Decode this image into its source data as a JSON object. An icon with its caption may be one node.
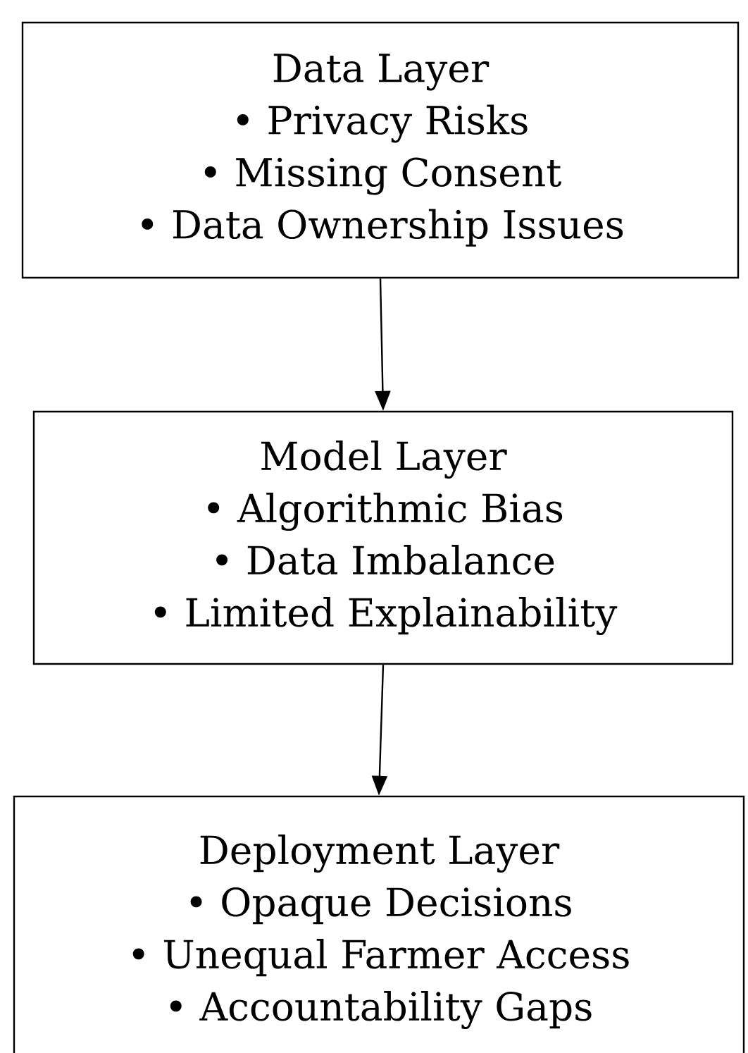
{
  "diagram": {
    "nodes": [
      {
        "text": [
          "Data Layer",
          "• Privacy Risks",
          "• Missing Consent",
          "• Data Ownership Issues"
        ]
      },
      {
        "text": [
          "Model Layer",
          "• Algorithmic Bias",
          "• Data Imbalance",
          "• Limited Explainability"
        ]
      },
      {
        "text": [
          "Deployment Layer",
          "• Opaque Decisions",
          "• Unequal Farmer Access",
          "• Accountability Gaps"
        ]
      }
    ],
    "edges": [
      {
        "from": 0,
        "to": 1,
        "arrow": "to"
      },
      {
        "from": 1,
        "to": 2,
        "arrow": "to"
      }
    ]
  }
}
